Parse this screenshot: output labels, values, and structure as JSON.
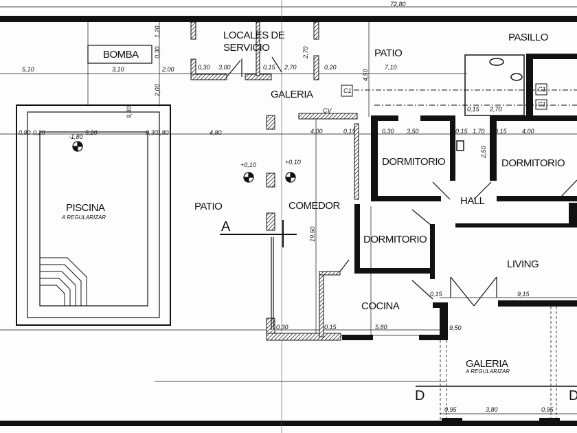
{
  "rooms": {
    "bomba": "BOMBA",
    "locales_1": "LOCALES DE",
    "locales_2": "SERVICIO",
    "patio_top": "PATIO",
    "pasillo": "PASILLO",
    "galeria_top": "GALERIA",
    "piscina": "PISCINA",
    "piscina_note": "A REGULARIZAR",
    "patio_left": "PATIO",
    "comedor": "COMEDOR",
    "dormitorio_1": "DORMITORIO",
    "dormitorio_2": "DORMITORIO",
    "dormitorio_3": "DORMITORIO",
    "hall": "HALL",
    "living": "LIVING",
    "cocina": "COCINA",
    "galeria_bottom": "GALERIA",
    "galeria_note": "A REGULARIZAR"
  },
  "section_marks": {
    "a": "A",
    "d_left": "D",
    "d_right": "D"
  },
  "levels": {
    "pool": "-1,80",
    "patio": "+0,10",
    "comedor": "+0,10"
  },
  "fixtures": {
    "c1_a": "C1",
    "c1_b": "C1",
    "c1_c": "C1",
    "cv": "CV"
  },
  "dimensions": {
    "total": "72,80",
    "d510": "5,10",
    "d310": "3,10",
    "d200": "2,00",
    "d030a": "0,30",
    "d300": "3,00",
    "d015a": "0,15",
    "d270a": "2,70",
    "d020": "0,20",
    "d710": "7,10",
    "d450": "4,50",
    "d080a": "0,80",
    "d020b": "0,20",
    "d520": "5,20",
    "d030b": "0,30",
    "d080b": "0,80",
    "d480": "4,80",
    "d400a": "4,00",
    "d015b": "0,15",
    "d030c": "0,30",
    "d350": "3,50",
    "d015c": "0,15",
    "d170": "1,70",
    "d015d": "0,15",
    "d400b": "4,00",
    "d015e": "0,15",
    "d270b": "2,70",
    "d030d": "0,30",
    "d015f": "0,15",
    "d580": "5,80",
    "d950a": "9,50",
    "d915": "9,15",
    "d015g": "0,15",
    "d095a": "0,95",
    "d380": "3,80",
    "d095b": "0,95",
    "d930": "9,30",
    "d1950": "19,50",
    "d120": "1,20",
    "d030e": "0,30",
    "d200b": "2,00",
    "d270c": "2,70",
    "d250": "2,50"
  },
  "colors": {
    "ink": "#111111",
    "paper": "#fdfdfd"
  }
}
